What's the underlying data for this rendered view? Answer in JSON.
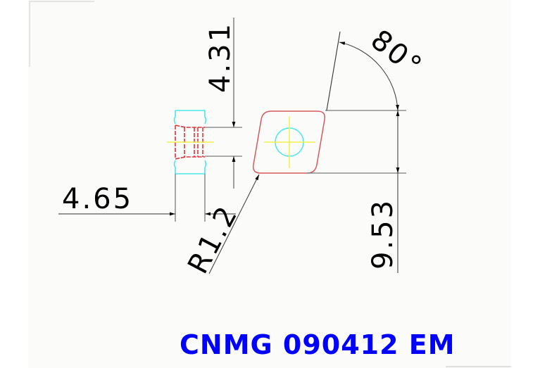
{
  "drawing": {
    "part_number": "CNMG 090412 EM",
    "dimensions": {
      "thickness": "4.31",
      "hole_diameter_side": "4.65",
      "corner_radius": "R1.2",
      "inscribed_circle": "9.53",
      "angle": "80°"
    },
    "colors": {
      "outline_red": "#d9585c",
      "side_cyan": "#4ae7ea",
      "centerline_yellow": "#f2f04a",
      "hole_cyan": "#4ae7ea",
      "dimension_black": "#000000",
      "extension_gray": "#7a7a7a",
      "title_blue": "#0000ff",
      "panel_bg": "#fbfcfa"
    }
  }
}
